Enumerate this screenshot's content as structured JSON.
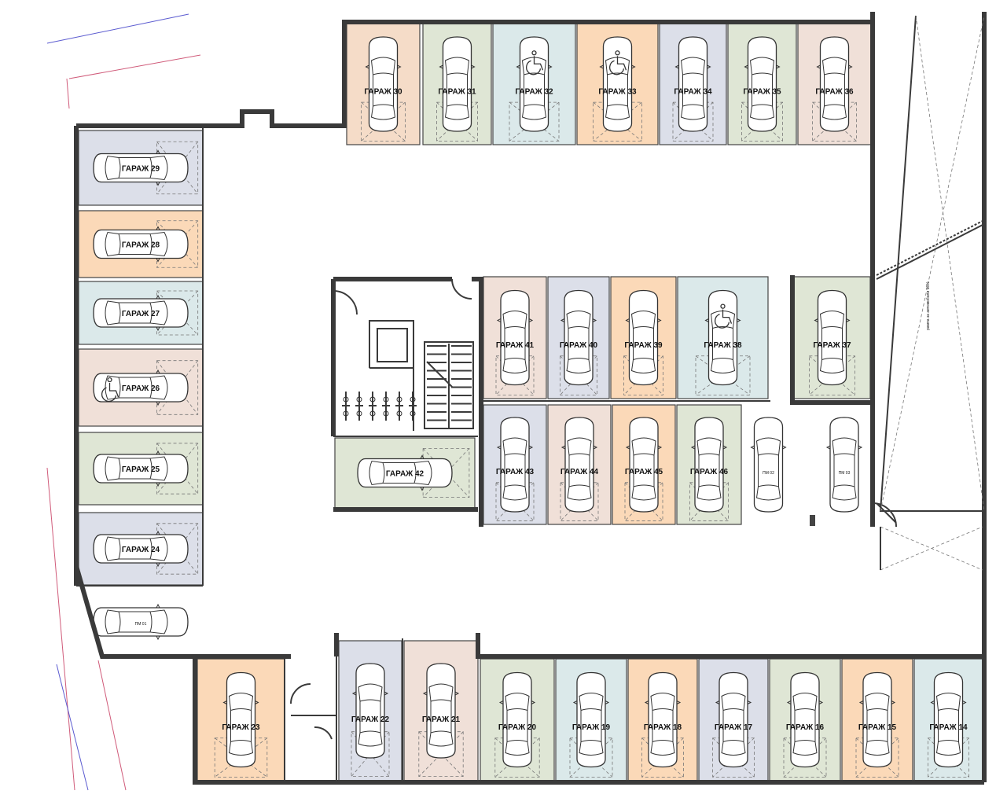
{
  "colors": {
    "peach": "#f5dcc8",
    "orange": "#fbd9b8",
    "green": "#dfe6d5",
    "blue": "#dbe9ea",
    "lavender": "#dcdfe9",
    "pink": "#f0e0d8",
    "wall": "#3a3a3a",
    "site_blue": "#5b5bd0",
    "site_red": "#d05b7a"
  },
  "bays": [
    {
      "id": "g30",
      "label": "ГАРАЖ 30",
      "color": "peach",
      "orient": "v",
      "hc": false
    },
    {
      "id": "g31",
      "label": "ГАРАЖ 31",
      "color": "green",
      "orient": "v",
      "hc": false
    },
    {
      "id": "g32",
      "label": "ГАРАЖ 32",
      "color": "blue",
      "orient": "v",
      "hc": true
    },
    {
      "id": "g33",
      "label": "ГАРАЖ 33",
      "color": "orange",
      "orient": "v",
      "hc": true
    },
    {
      "id": "g34",
      "label": "ГАРАЖ 34",
      "color": "lavender",
      "orient": "v",
      "hc": false
    },
    {
      "id": "g35",
      "label": "ГАРАЖ 35",
      "color": "green",
      "orient": "v",
      "hc": false
    },
    {
      "id": "g36",
      "label": "ГАРАЖ 36",
      "color": "pink",
      "orient": "v",
      "hc": false
    },
    {
      "id": "g29",
      "label": "ГАРАЖ 29",
      "color": "lavender",
      "orient": "h",
      "hc": false
    },
    {
      "id": "g28",
      "label": "ГАРАЖ 28",
      "color": "orange",
      "orient": "h",
      "hc": false
    },
    {
      "id": "g27",
      "label": "ГАРАЖ 27",
      "color": "blue",
      "orient": "h",
      "hc": false
    },
    {
      "id": "g26",
      "label": "ГАРАЖ 26",
      "color": "pink",
      "orient": "h",
      "hc": true
    },
    {
      "id": "g25",
      "label": "ГАРАЖ 25",
      "color": "green",
      "orient": "h",
      "hc": false
    },
    {
      "id": "g24",
      "label": "ГАРАЖ 24",
      "color": "lavender",
      "orient": "h",
      "hc": false
    },
    {
      "id": "pm01",
      "label": "ПМ 01",
      "color": "none",
      "orient": "h",
      "hc": false
    },
    {
      "id": "g41",
      "label": "ГАРАЖ 41",
      "color": "pink",
      "orient": "v",
      "hc": false
    },
    {
      "id": "g40",
      "label": "ГАРАЖ 40",
      "color": "lavender",
      "orient": "v",
      "hc": false
    },
    {
      "id": "g39",
      "label": "ГАРАЖ 39",
      "color": "orange",
      "orient": "v",
      "hc": false
    },
    {
      "id": "g38",
      "label": "ГАРАЖ 38",
      "color": "blue",
      "orient": "v",
      "hc": true
    },
    {
      "id": "g37",
      "label": "ГАРАЖ 37",
      "color": "green",
      "orient": "v",
      "hc": false
    },
    {
      "id": "g43",
      "label": "ГАРАЖ 43",
      "color": "lavender",
      "orient": "v",
      "hc": false
    },
    {
      "id": "g44",
      "label": "ГАРАЖ 44",
      "color": "pink",
      "orient": "v",
      "hc": false
    },
    {
      "id": "g45",
      "label": "ГАРАЖ 45",
      "color": "orange",
      "orient": "v",
      "hc": false
    },
    {
      "id": "g46",
      "label": "ГАРАЖ 46",
      "color": "green",
      "orient": "v",
      "hc": false
    },
    {
      "id": "pm02",
      "label": "ПМ 02",
      "color": "none",
      "orient": "v",
      "hc": false
    },
    {
      "id": "pm03",
      "label": "ПМ 03",
      "color": "none",
      "orient": "v",
      "hc": false
    },
    {
      "id": "g42",
      "label": "ГАРАЖ 42",
      "color": "green",
      "orient": "h",
      "hc": false
    },
    {
      "id": "g23",
      "label": "ГАРАЖ 23",
      "color": "orange",
      "orient": "v",
      "hc": false
    },
    {
      "id": "g22",
      "label": "ГАРАЖ 22",
      "color": "lavender",
      "orient": "v",
      "hc": false
    },
    {
      "id": "g21",
      "label": "ГАРАЖ 21",
      "color": "pink",
      "orient": "v",
      "hc": false
    },
    {
      "id": "g20",
      "label": "ГАРАЖ 20",
      "color": "green",
      "orient": "v",
      "hc": false
    },
    {
      "id": "g19",
      "label": "ГАРАЖ 19",
      "color": "blue",
      "orient": "v",
      "hc": false
    },
    {
      "id": "g18",
      "label": "ГАРАЖ 18",
      "color": "orange",
      "orient": "v",
      "hc": false
    },
    {
      "id": "g17",
      "label": "ГАРАЖ 17",
      "color": "lavender",
      "orient": "v",
      "hc": false
    },
    {
      "id": "g16",
      "label": "ГАРАЖ 16",
      "color": "green",
      "orient": "v",
      "hc": false
    },
    {
      "id": "g15",
      "label": "ГАРАЖ 15",
      "color": "orange",
      "orient": "v",
      "hc": false
    },
    {
      "id": "g14",
      "label": "ГАРАЖ 14",
      "color": "blue",
      "orient": "v",
      "hc": false
    }
  ],
  "ramp_note": "рампа за автомобили 18%"
}
